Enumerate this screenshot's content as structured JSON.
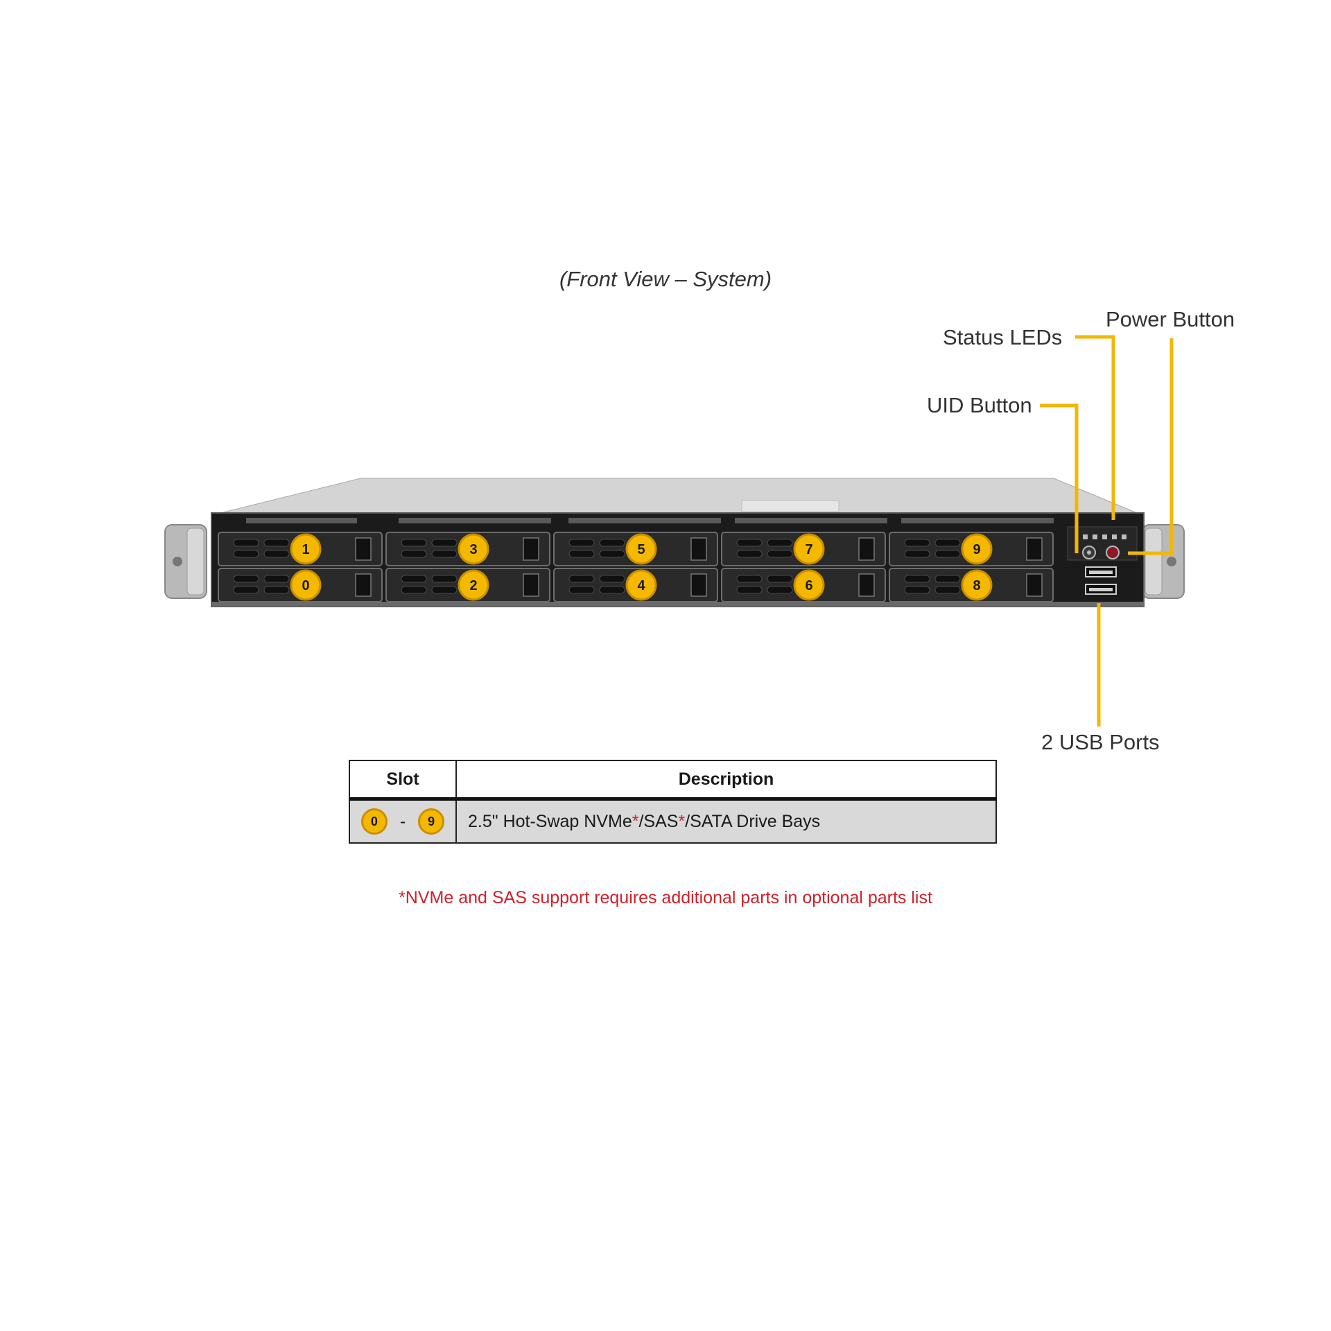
{
  "title": "(Front View – System)",
  "callouts": {
    "status_leds": "Status LEDs",
    "power_button": "Power Button",
    "uid_button": "UID Button",
    "usb_ports": "2 USB Ports"
  },
  "drive_bays": {
    "top_row": [
      "1",
      "3",
      "5",
      "7",
      "9"
    ],
    "bottom_row": [
      "0",
      "2",
      "4",
      "6",
      "8"
    ]
  },
  "table": {
    "headers": {
      "slot": "Slot",
      "description": "Description"
    },
    "row": {
      "slot_from": "0",
      "slot_sep": "-",
      "slot_to": "9",
      "desc_part1": "2.5\" Hot-Swap NVMe",
      "asterisk1": "*",
      "desc_part2": "/SAS",
      "asterisk2": "*",
      "desc_part3": "/SATA Drive  Bays"
    }
  },
  "footnote": "*NVMe and SAS support requires  additional  parts  in  optional  parts list",
  "colors": {
    "badge_fill": "#f5b800",
    "callout_line": "#f2b705",
    "footnote_red": "#d0202a",
    "chassis_dark": "#1b1b1b"
  }
}
